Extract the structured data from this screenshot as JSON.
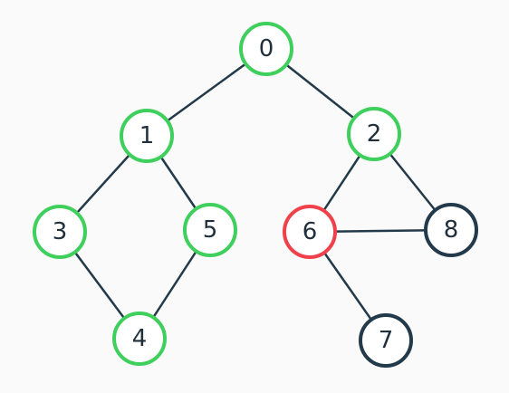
{
  "colors": {
    "background": "#fafafa",
    "edge": "#233a4a",
    "visited": "#3fcf5c",
    "current": "#f0414a",
    "unvisited": "#233a4a",
    "label": "#1f2f3b"
  },
  "graph": {
    "nodes": [
      {
        "id": "0",
        "label": "0",
        "state": "visited"
      },
      {
        "id": "1",
        "label": "1",
        "state": "visited"
      },
      {
        "id": "2",
        "label": "2",
        "state": "visited"
      },
      {
        "id": "3",
        "label": "3",
        "state": "visited"
      },
      {
        "id": "4",
        "label": "4",
        "state": "visited"
      },
      {
        "id": "5",
        "label": "5",
        "state": "visited"
      },
      {
        "id": "6",
        "label": "6",
        "state": "current"
      },
      {
        "id": "7",
        "label": "7",
        "state": "unvisited"
      },
      {
        "id": "8",
        "label": "8",
        "state": "unvisited"
      }
    ],
    "edges": [
      {
        "from": "0",
        "to": "1"
      },
      {
        "from": "0",
        "to": "2"
      },
      {
        "from": "1",
        "to": "3"
      },
      {
        "from": "1",
        "to": "5"
      },
      {
        "from": "3",
        "to": "4"
      },
      {
        "from": "5",
        "to": "4"
      },
      {
        "from": "2",
        "to": "6"
      },
      {
        "from": "2",
        "to": "8"
      },
      {
        "from": "6",
        "to": "8"
      },
      {
        "from": "6",
        "to": "7"
      }
    ]
  }
}
